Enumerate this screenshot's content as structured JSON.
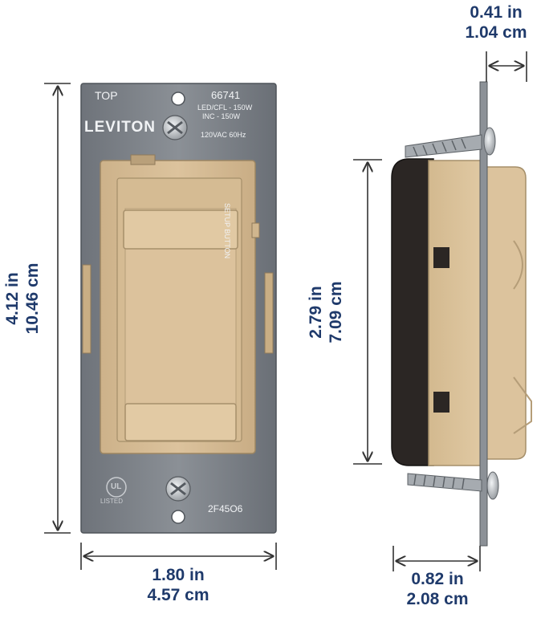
{
  "product": {
    "brand": "LEVITON",
    "model": "66741",
    "rating_led": "LED/CFL - 150W",
    "rating_inc": "INC - 150W",
    "voltage": "120VAC 60Hz",
    "top_label": "TOP",
    "setup_label": "SETUP BUTTON",
    "date_code": "2F45O6",
    "ul_mark": "UL",
    "ul_listed": "LISTED"
  },
  "dimensions": {
    "height": {
      "in": "4.12 in",
      "cm": "10.46 cm"
    },
    "width": {
      "in": "1.80 in",
      "cm": "4.57 cm"
    },
    "body_height": {
      "in": "2.79 in",
      "cm": "7.09 cm"
    },
    "depth": {
      "in": "0.82 in",
      "cm": "2.08 cm"
    },
    "plate_depth": {
      "in": "0.41 in",
      "cm": "1.04 cm"
    }
  },
  "colors": {
    "dimension": "#1f3a6b",
    "plate": "#7d8288",
    "ivory": "#d9c09a",
    "body_dark": "#2a2522"
  }
}
